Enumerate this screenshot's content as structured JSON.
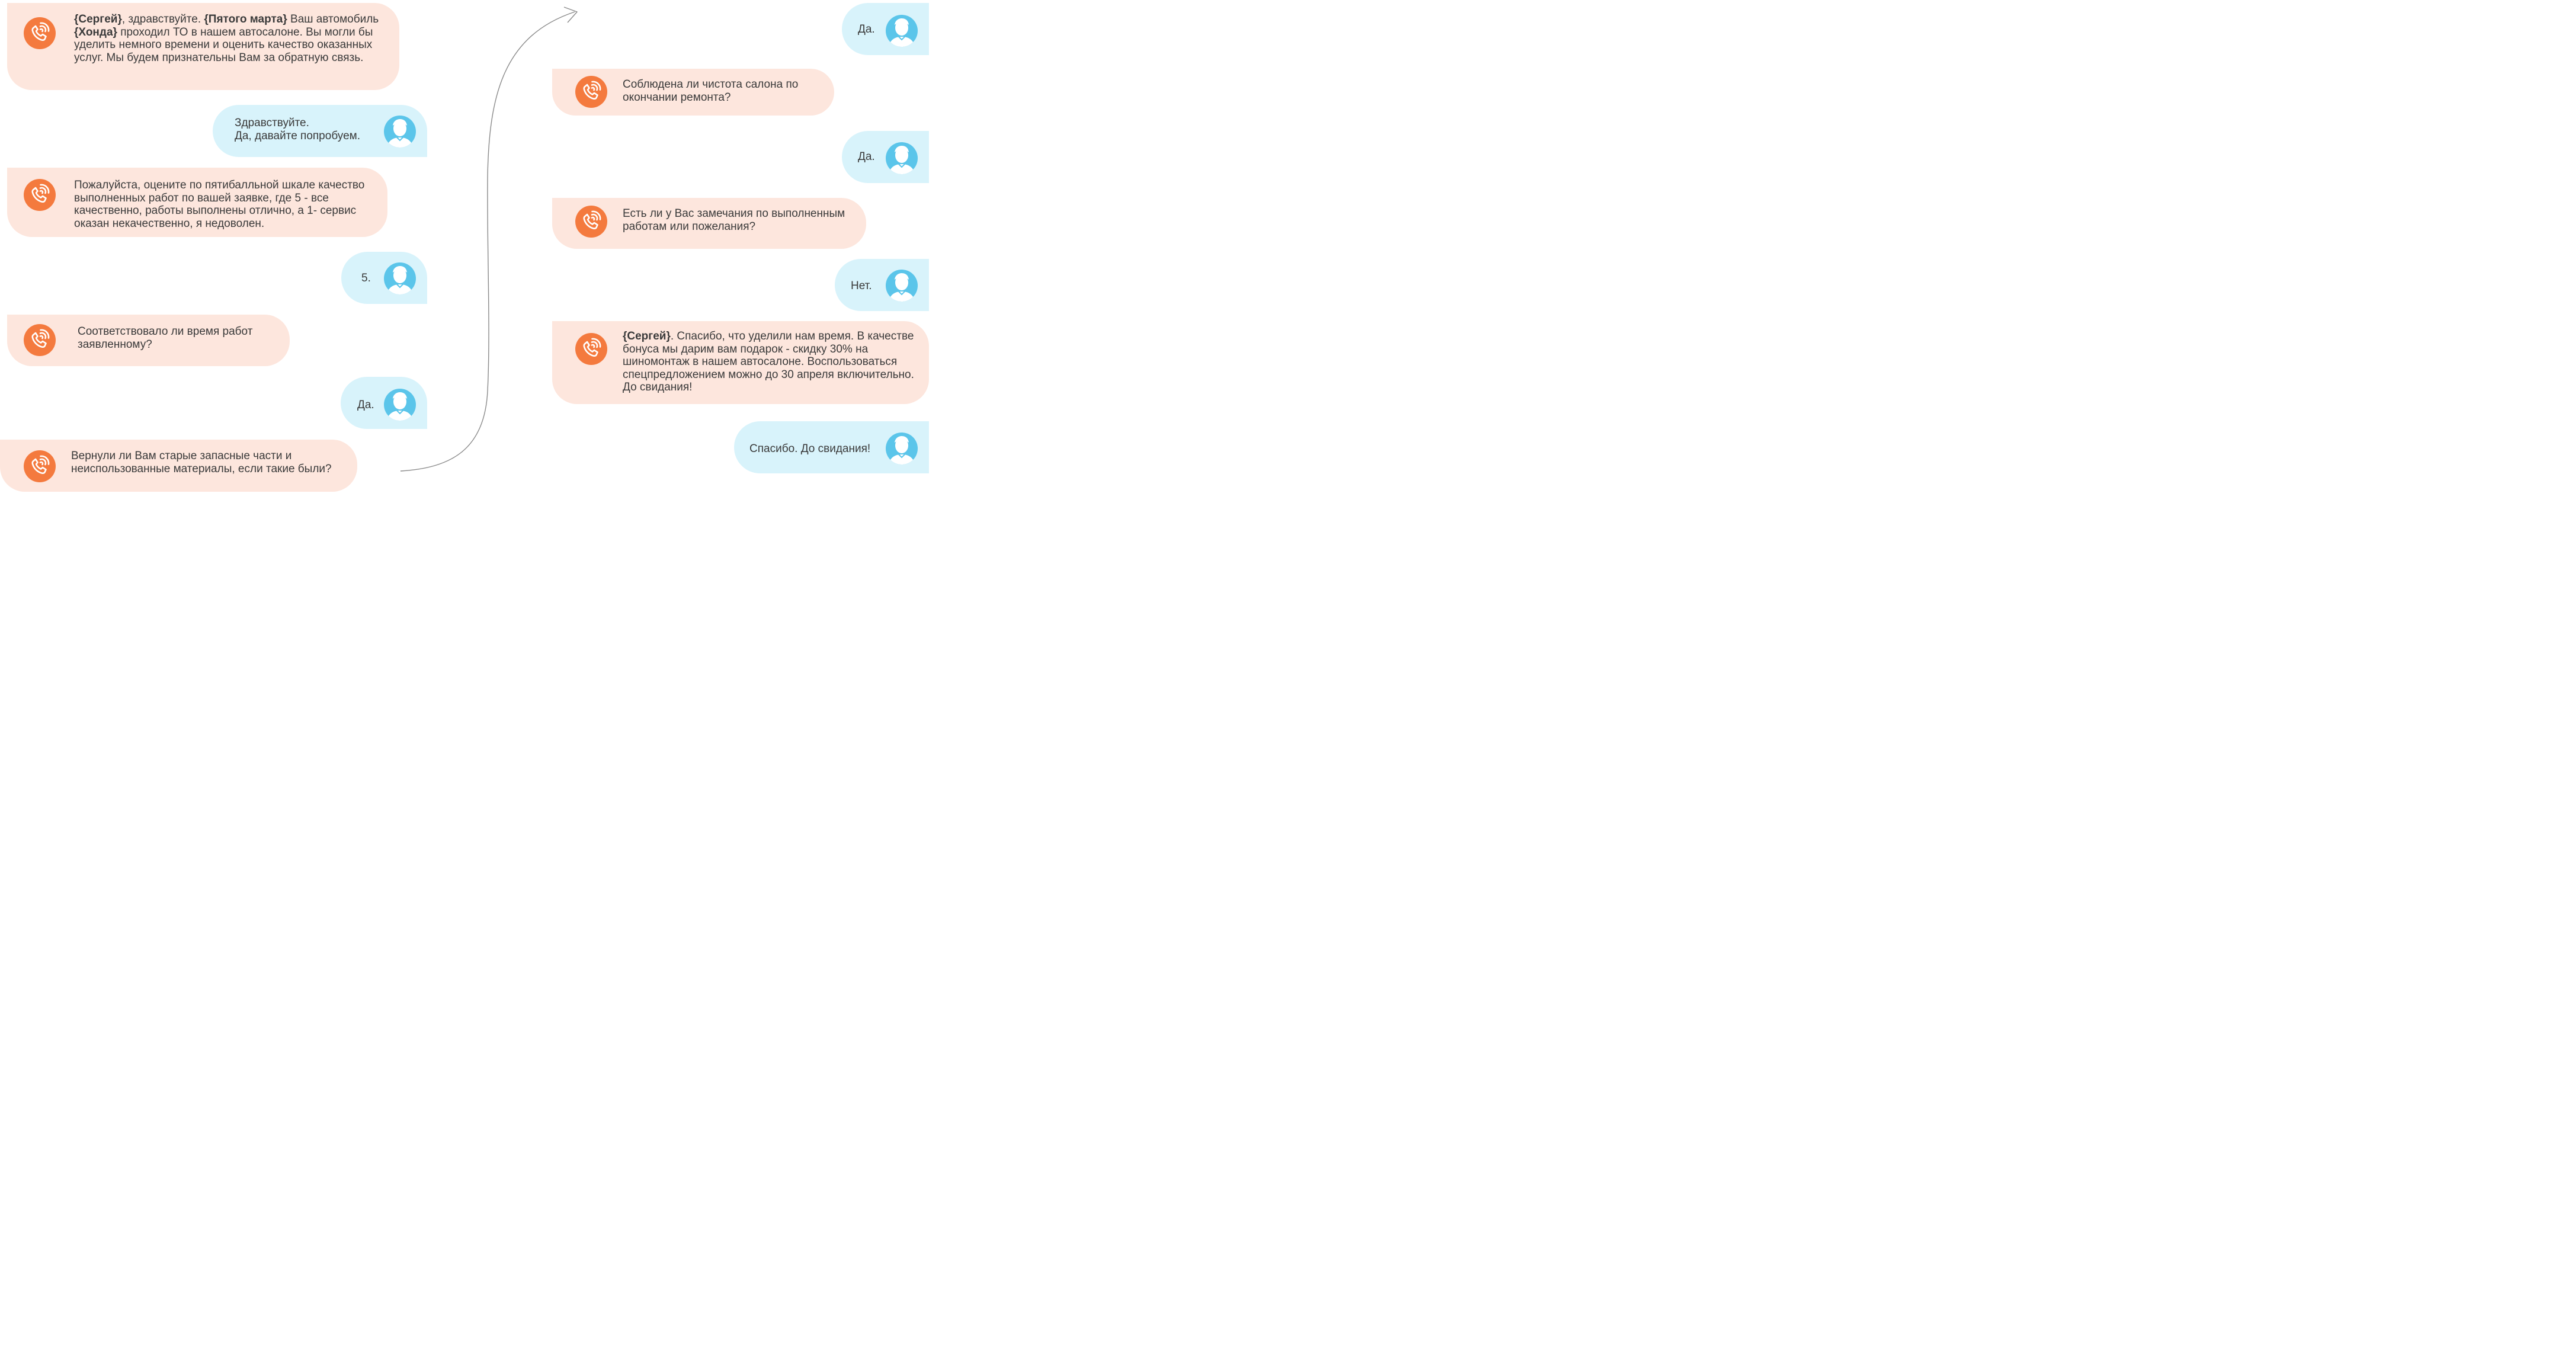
{
  "colors": {
    "bot_bubble": "#fde6dd",
    "user_bubble": "#d8f3fb",
    "phone_icon": "#f47a3e",
    "avatar_icon": "#5bc5ea",
    "arrow": "#8a8a8a"
  },
  "icons": {
    "bot": "phone-call-icon",
    "user": "user-avatar-icon",
    "connector": "curved-arrow-icon"
  },
  "messages": [
    {
      "role": "bot",
      "name_bold": "{Сергей}",
      "part1": ", здравствуйте. ",
      "date_bold": "{Пятого марта}",
      "part2": " Ваш автомобиль",
      "car_bold": "{Хонда}",
      "part3": "  проходил ТО в нашем автосалоне. Вы могли бы уделить немного времени и оценить качество оказанных услуг.  Мы будем признательны Вам за обратную связь."
    },
    {
      "role": "user",
      "text": "Здравствуйте.\nДа, давайте попробуем."
    },
    {
      "role": "bot",
      "text": "Пожалуйста, оцените по пятибалльной шкале качество выполненных работ по вашей заявке, где  5 - все качественно, работы выполнены отлично, а 1- сервис оказан некачественно, я недоволен."
    },
    {
      "role": "user",
      "text": "5."
    },
    {
      "role": "bot",
      "text": "Соответствовало ли время работ заявленному?"
    },
    {
      "role": "user",
      "text": "Да."
    },
    {
      "role": "bot",
      "text": "Вернули ли Вам старые запасные части и неиспользованные материалы, если такие были?"
    },
    {
      "role": "user",
      "text": "Да."
    },
    {
      "role": "bot",
      "text": "Соблюдена ли чистота салона по окончании ремонта?"
    },
    {
      "role": "user",
      "text": "Да."
    },
    {
      "role": "bot",
      "text": "Есть ли у Вас замечания по выполненным работам или пожелания?"
    },
    {
      "role": "user",
      "text": "Нет."
    },
    {
      "role": "bot",
      "name_bold": "{Сергей}",
      "text": ". Спасибо, что уделили нам время. В качестве бонуса мы дарим вам подарок - скидку 30% на шиномонтаж в нашем автосалоне. Воспользоваться спецпредложением можно до 30 апреля включительно. До свидания!"
    },
    {
      "role": "user",
      "text": "Спасибо. До свидания!"
    }
  ]
}
